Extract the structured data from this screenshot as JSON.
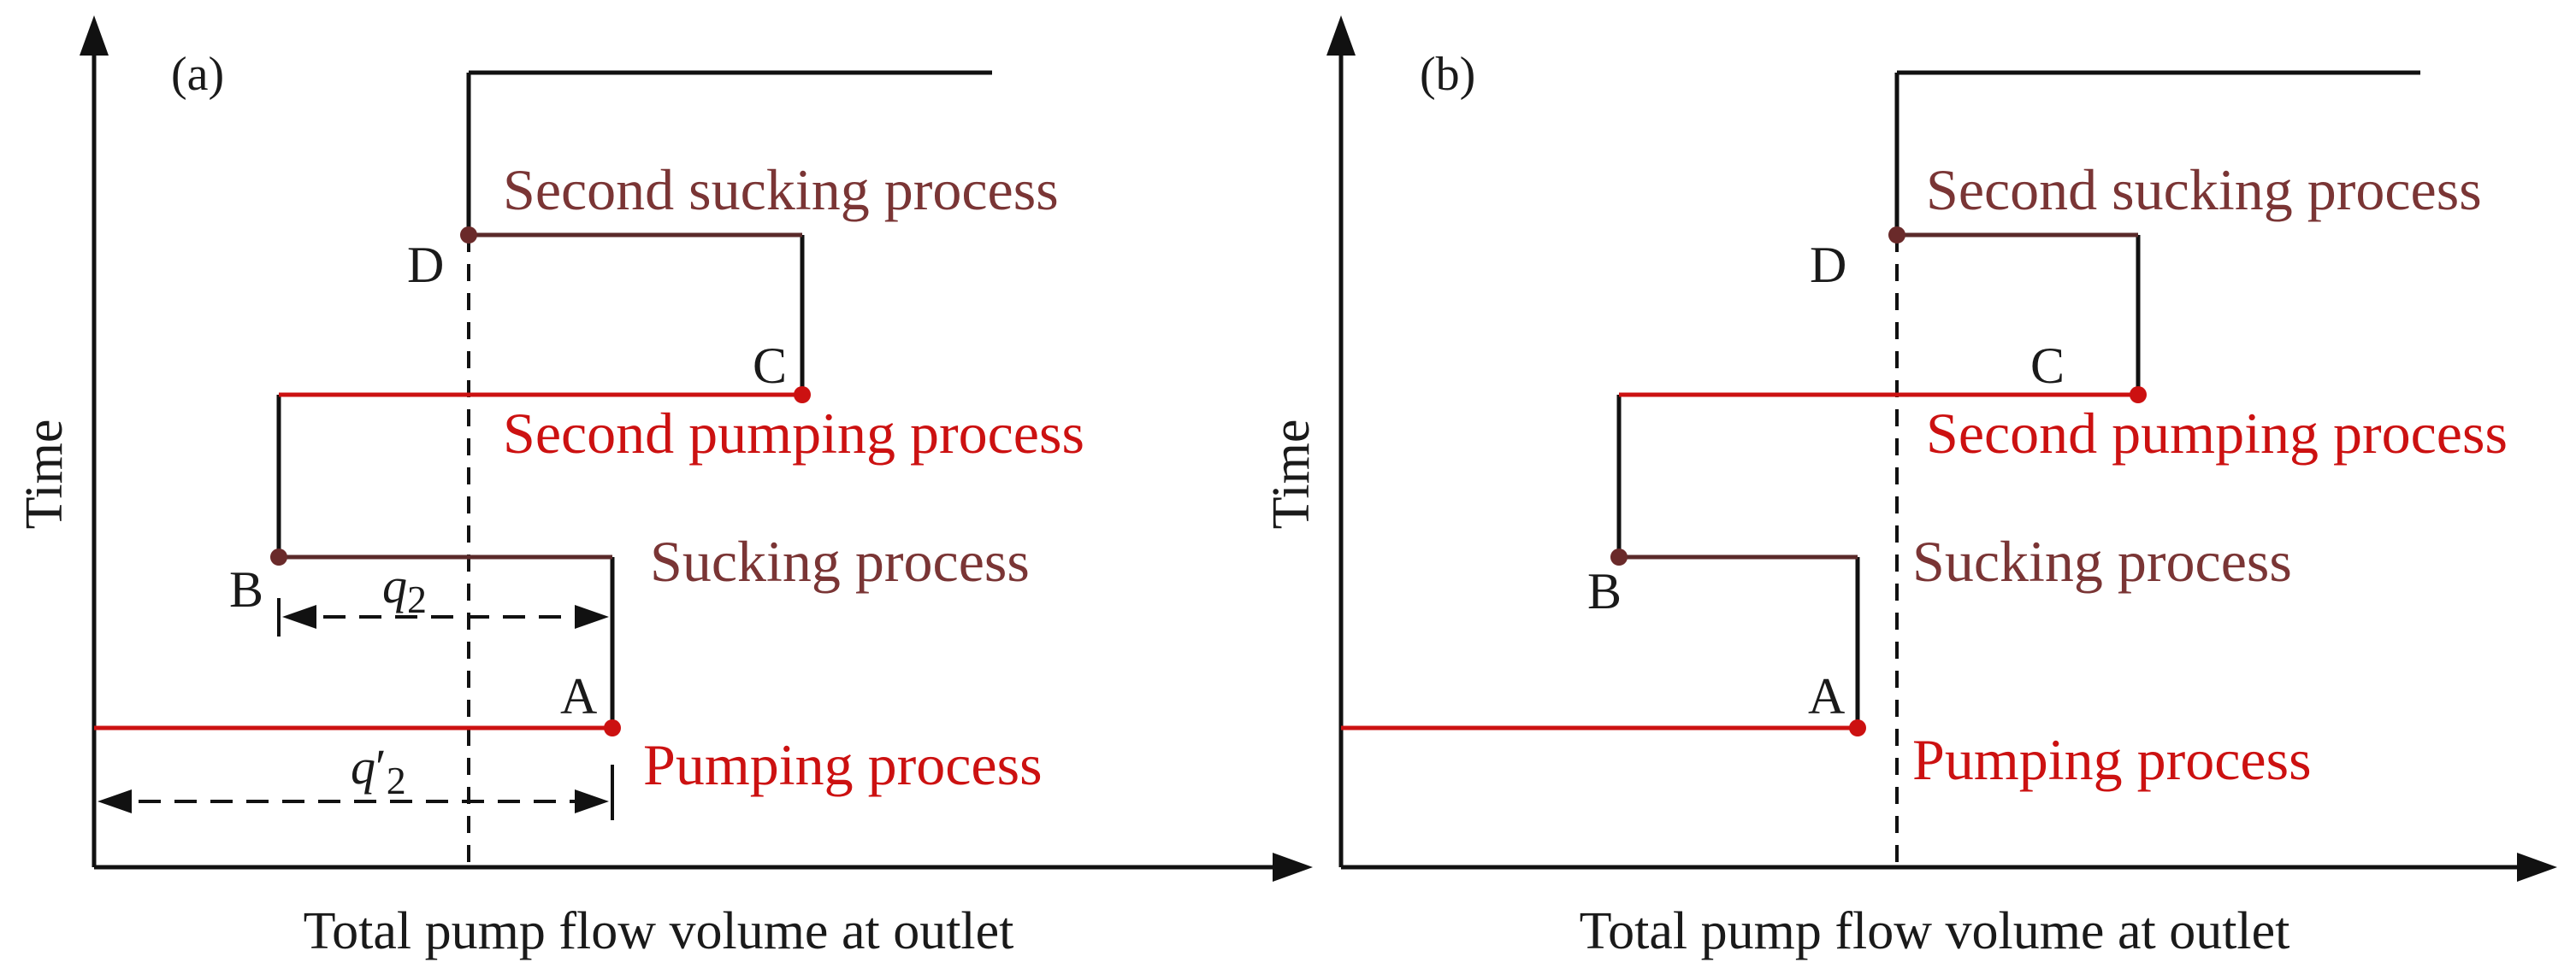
{
  "panels": [
    {
      "id": "a",
      "tag": "(a)",
      "y_axis_label": "Time",
      "x_axis_label": "Total pump flow volume at outlet",
      "labels": {
        "pumping": "Pumping process",
        "sucking": "Sucking process",
        "second_pumping": "Second pumping process",
        "second_sucking": "Second sucking process"
      },
      "points": {
        "A": "A",
        "B": "B",
        "C": "C",
        "D": "D"
      },
      "dims": {
        "q2_var": "q",
        "q2_sub": "2",
        "q2p_var": "q",
        "q2p_prime": "′",
        "q2p_sub": "2"
      }
    },
    {
      "id": "b",
      "tag": "(b)",
      "y_axis_label": "Time",
      "x_axis_label": "Total pump flow volume at outlet",
      "labels": {
        "pumping": "Pumping process",
        "sucking": "Sucking process",
        "second_pumping": "Second pumping process",
        "second_sucking": "Second sucking process"
      },
      "points": {
        "A": "A",
        "B": "B",
        "C": "C",
        "D": "D"
      }
    }
  ],
  "colors": {
    "pumping": "#cc1111",
    "sucking": "#7a3535",
    "line": "#111111"
  }
}
